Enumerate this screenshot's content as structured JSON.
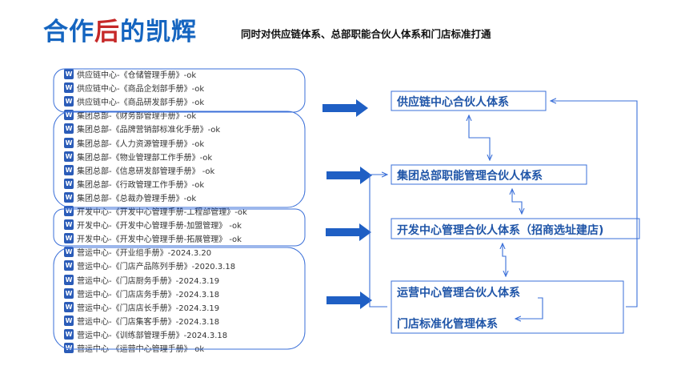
{
  "title": {
    "part1": "合作",
    "part2": "后",
    "part3": "的凯辉"
  },
  "subtitle": "同时对供应链体系、总部职能合伙人体系和门店标准打通",
  "files": [
    {
      "icon": "W",
      "text": "供应链中心-《仓储管理手册》-ok"
    },
    {
      "icon": "W",
      "text": "供应链中心-《商品企划部手册》-ok"
    },
    {
      "icon": "W",
      "text": "供应链中心-《商品研发部手册》-ok"
    },
    {
      "icon": "W",
      "text": "集团总部-《财务部管理手册》-ok"
    },
    {
      "icon": "W",
      "text": "集团总部-《品牌营销部标准化手册》-ok"
    },
    {
      "icon": "W",
      "text": "集团总部-《人力资源管理手册》-ok"
    },
    {
      "icon": "W",
      "text": "集团总部-《物业管理部工作手册》-ok"
    },
    {
      "icon": "W",
      "text": "集团总部-《信息研发部管理手册》 -ok"
    },
    {
      "icon": "W",
      "text": "集团总部-《行政管理工作手册》-ok"
    },
    {
      "icon": "W",
      "text": "集团总部-《总裁办管理手册》-ok"
    },
    {
      "icon": "W",
      "text": "开发中心-《开发中心管理手册-工程部管理》-ok"
    },
    {
      "icon": "W",
      "text": "开发中心-《开发中心管理手册-加盟管理》 -ok"
    },
    {
      "icon": "W",
      "text": "开发中心-《开发中心管理手册-拓展管理》 -ok"
    },
    {
      "icon": "W",
      "text": "营运中心-《开业组手册》-2024.3.20"
    },
    {
      "icon": "W",
      "text": "营运中心-《门店产品陈列手册》-2020.3.18"
    },
    {
      "icon": "W",
      "text": "营运中心-《门店厨务手册》-2024.3.19"
    },
    {
      "icon": "W",
      "text": "营运中心-《门店店务手册》-2024.3.18"
    },
    {
      "icon": "W",
      "text": "营运中心-《门店店长手册》-2024.3.19"
    },
    {
      "icon": "W",
      "text": "营运中心-《门店集客手册》-2024.3.18"
    },
    {
      "icon": "W",
      "text": "营运中心-《训练部管理手册》-2024.3.18"
    },
    {
      "icon": "W",
      "text": "营运中心-《运营中心管理手册》-ok"
    }
  ],
  "nodes": {
    "supply": "供应链中心合伙人体系",
    "hq": "集团总部职能管理合伙人体系",
    "dev": "开发中心管理合伙人体系（招商选址建店)",
    "ops": "运营中心管理合伙人体系",
    "store": "门店标准化管理体系"
  },
  "colors": {
    "accent": "#1565c0",
    "highlight": "#c62828",
    "arrow": "#1f5fc4",
    "line": "#3a6fd8"
  }
}
